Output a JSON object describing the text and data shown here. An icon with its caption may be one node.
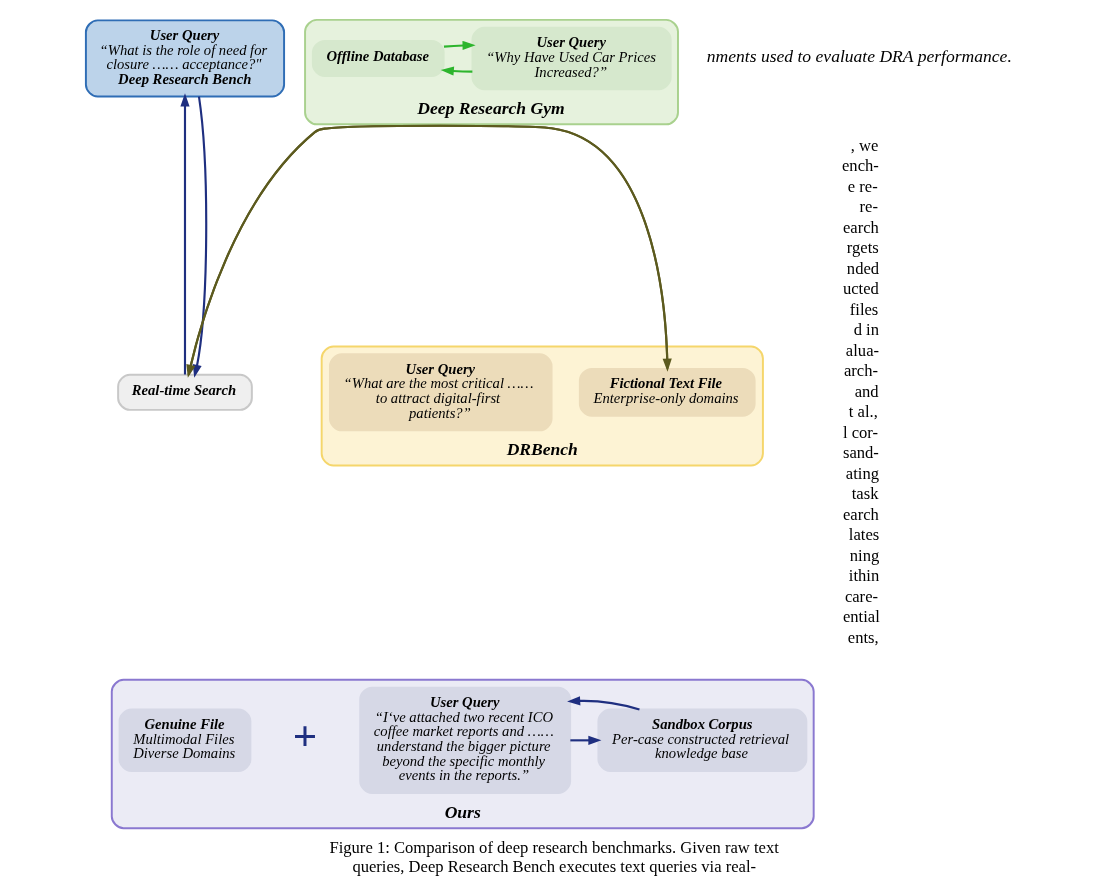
{
  "diagram": {
    "caption": "Figure 1: Comparison of deep research benchmarks. Given raw text queries, Deep Research Bench executes text queries via real-",
    "nodes": [
      {
        "text": [
          "User Query",
          "“What is the role of need for closure …… acceptance?\"",
          "Deep Research Bench"
        ]
      },
      {
        "text": [
          "Deep Research Gym"
        ]
      },
      {
        "text": [
          "User Query",
          "“Why Have Used Car Prices Increased?”"
        ],
        "in": 1
      },
      {
        "text": [
          "Offline Database"
        ],
        "in": 1
      },
      {
        "text": [
          "Real-time Search"
        ]
      },
      {
        "text": [
          "DRBench"
        ]
      },
      {
        "text": [
          "Fictional Text File",
          "Enterprise-only domains"
        ],
        "in": 5
      },
      {
        "text": [
          "User Query",
          "“What are the most critical …… to attract digital-first patients?”"
        ],
        "in": 5
      },
      {
        "text": [
          "Ours"
        ]
      },
      {
        "text": [
          "Genuine File",
          "Multimodal Files",
          "Diverse Domains"
        ],
        "in": 8
      },
      {
        "text": [
          "User Query",
          "“I‘ve attached two recent ICO coffee market reports and …… understand the bigger picture beyond the specific monthly events in the reports.”"
        ],
        "in": 8
      },
      {
        "text": [
          "Sandbox Corpus",
          "Per-case constructed retrieval knowledge base"
        ],
        "in": 8
      }
    ],
    "edges": [
      {
        "from": 2,
        "to": 3,
        "arrow": "to",
        "color": "#2db52d"
      },
      {
        "from": 3,
        "to": 2,
        "arrow": "to",
        "color": "#2db52d"
      },
      {
        "from": 4,
        "to": 0,
        "arrow": "to"
      },
      {
        "from": 0,
        "to": 4,
        "arrow": "to"
      },
      {
        "from": 4,
        "to": 6,
        "arrow": "to",
        "color": "#5c5a1e"
      },
      {
        "from": 6,
        "to": 4,
        "arrow": "to",
        "color": "#5c5a1e"
      },
      {
        "from": 10,
        "to": 11,
        "arrow": "to"
      },
      {
        "from": 11,
        "to": 10,
        "arrow": "to"
      }
    ],
    "labels": [
      "nments used to evaluate DRA performance.",
      ", we",
      "ench-",
      "e re-",
      "re-",
      "earch",
      "rgets",
      "nded",
      "ucted",
      "files",
      "d in",
      "alua-",
      "arch-",
      "and",
      "t al.,",
      "l cor-",
      "sand-",
      "ating",
      "task",
      "earch",
      "lates",
      "ning",
      "ithin",
      "care-",
      "ential",
      "ents,",
      "+"
    ]
  }
}
